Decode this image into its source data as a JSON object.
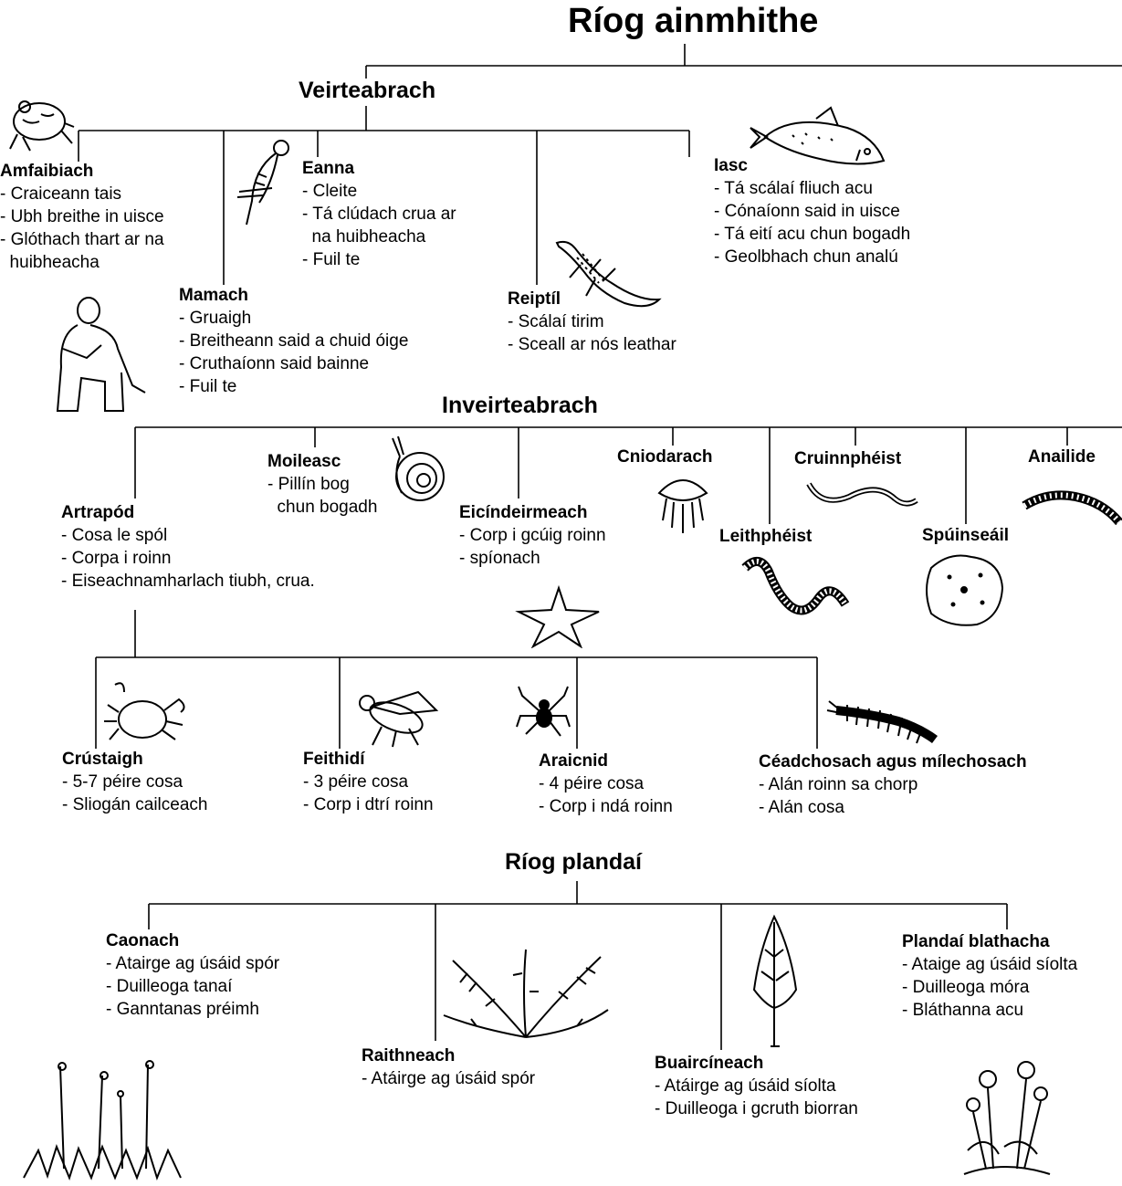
{
  "kingdom_animals": "Ríog ainmhithe",
  "vertebrates": {
    "title": "Veirteabrach",
    "amphibian": {
      "name": "Amfaibiach",
      "traits": [
        "- Craiceann tais",
        "- Ubh breithe in uisce",
        "- Glóthach thart ar na",
        "  huibheacha"
      ]
    },
    "bird": {
      "name": "Eanna",
      "traits": [
        "- Cleite",
        "- Tá clúdach crua ar",
        "  na huibheacha",
        "- Fuil te"
      ]
    },
    "mammal": {
      "name": "Mamach",
      "traits": [
        "- Gruaigh",
        "- Breitheann said a chuid óige",
        "- Cruthaíonn said bainne",
        "- Fuil te"
      ]
    },
    "reptile": {
      "name": "Reiptíl",
      "traits": [
        "- Scálaí tirim",
        "- Sceall ar nós leathar"
      ]
    },
    "fish": {
      "name": "Iasc",
      "traits": [
        "- Tá scálaí fliuch acu",
        "- Cónaíonn said in uisce",
        "- Tá eití acu chun bogadh",
        "- Geolbhach chun analú"
      ]
    }
  },
  "invertebrates": {
    "title": "Inveirteabrach",
    "mollusc": {
      "name": "Moileasc",
      "traits": [
        "- Pillín bog",
        "  chun bogadh"
      ]
    },
    "arthropod": {
      "name": "Artrapód",
      "traits": [
        "- Cosa le spól",
        "- Corpa i roinn",
        "- Eiseachnamharlach tiubh, crua."
      ]
    },
    "echinoderm": {
      "name": "Eicíndeirmeach",
      "traits": [
        "- Corp i gcúig roinn",
        "- spíonach"
      ]
    },
    "cnidarian": {
      "name": "Cniodarach"
    },
    "flatworm": {
      "name": "Leithphéist"
    },
    "roundworm": {
      "name": "Cruinnphéist"
    },
    "sponge": {
      "name": "Spúinseáil"
    },
    "annelid": {
      "name": "Anailide"
    }
  },
  "arthropods": {
    "crustacean": {
      "name": "Crústaigh",
      "traits": [
        "- 5-7 péire cosa",
        "- Sliogán cailceach"
      ]
    },
    "insect": {
      "name": "Feithidí",
      "traits": [
        "- 3 péire cosa",
        "- Corp i dtrí roinn"
      ]
    },
    "arachnid": {
      "name": "Araicnid",
      "traits": [
        "- 4 péire cosa",
        "- Corp i ndá roinn"
      ]
    },
    "myriapod": {
      "name": "Céadchosach agus mílechosach",
      "traits": [
        "- Alán roinn sa chorp",
        "- Alán cosa"
      ]
    }
  },
  "kingdom_plants": {
    "title": "Ríog plandaí",
    "moss": {
      "name": "Caonach",
      "traits": [
        "- Atairge ag úsáid spór",
        "- Duilleoga tanaí",
        "- Ganntanas préimh"
      ]
    },
    "fern": {
      "name": "Raithneach",
      "traits": [
        "- Atáirge ag úsáid spór"
      ]
    },
    "conifer": {
      "name": "Buaircíneach",
      "traits": [
        "- Atáirge ag úsáid síolta",
        "- Duilleoga i gcruth biorran"
      ]
    },
    "flowering": {
      "name": "Plandaí blathacha",
      "traits": [
        "- Ataige ag úsáid síolta",
        "- Duilleoga móra",
        "- Bláthanna acu"
      ]
    }
  }
}
